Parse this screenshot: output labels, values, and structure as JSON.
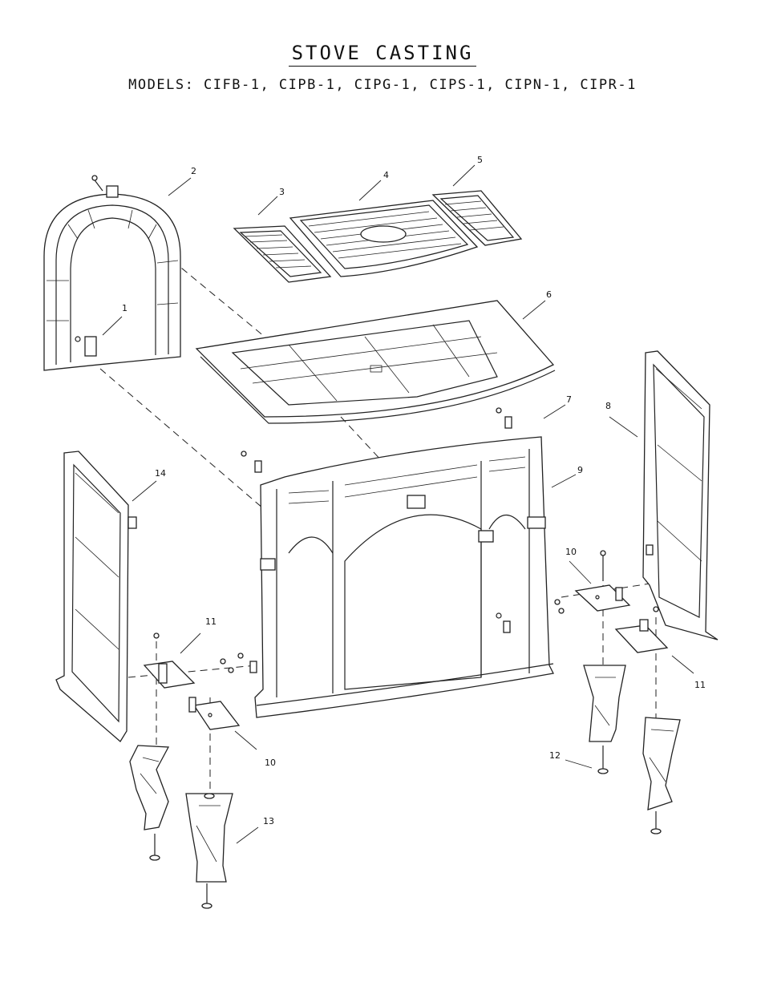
{
  "title": "STOVE CASTING",
  "subtitle": "MODELS: CIFB-1, CIPB-1, CIPG-1, CIPS-1, CIPN-1, CIPR-1",
  "callouts": {
    "c1": "1",
    "c2": "2",
    "c3": "3",
    "c4": "4",
    "c5": "5",
    "c6": "6",
    "c7": "7",
    "c8": "8",
    "c9": "9",
    "c10a": "10",
    "c10b": "10",
    "c11a": "11",
    "c11b": "11",
    "c12": "12",
    "c13": "13",
    "c14": "14"
  }
}
